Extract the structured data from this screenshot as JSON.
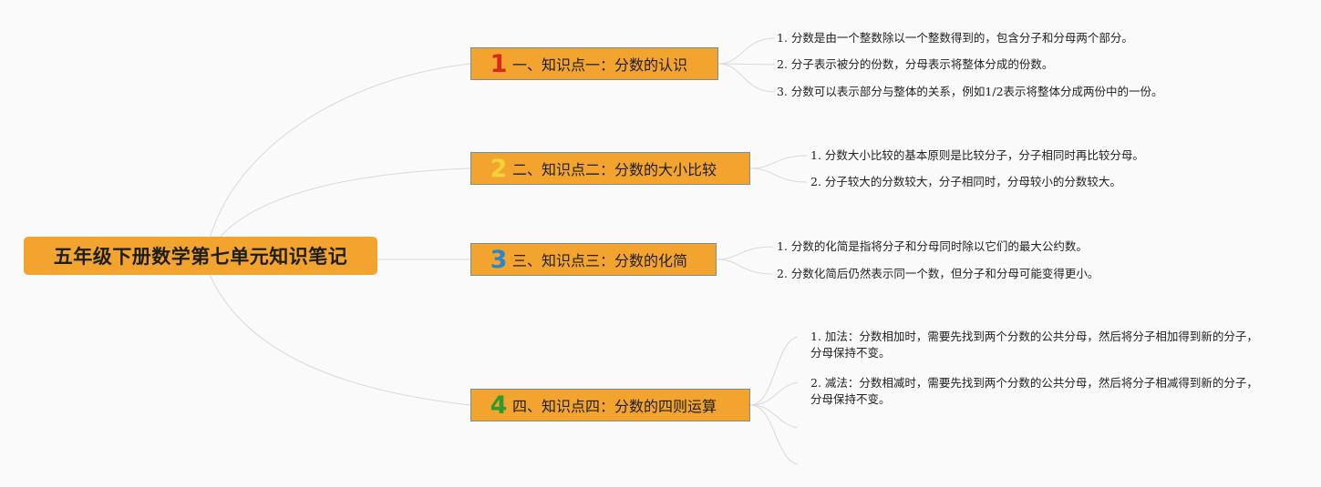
{
  "root": {
    "title": "五年级下册数学第七单元知识笔记"
  },
  "branches": [
    {
      "number": "1",
      "number_color": "#d9281e",
      "label": "一、知识点一：分数的认识",
      "items": [
        "1. 分数是由一个整数除以一个整数得到的，包含分子和分母两个部分。",
        "2. 分子表示被分的份数，分母表示将整体分成的份数。",
        "3. 分数可以表示部分与整体的关系，例如1/2表示将整体分成两份中的一份。"
      ]
    },
    {
      "number": "2",
      "number_color": "#f7d23b",
      "label": "二、知识点二：分数的大小比较",
      "items": [
        "1. 分数大小比较的基本原则是比较分子，分子相同时再比较分母。",
        "2. 分子较大的分数较大，分子相同时，分母较小的分数较大。"
      ]
    },
    {
      "number": "3",
      "number_color": "#2a86c8",
      "label": "三、知识点三：分数的化简",
      "items": [
        "1. 分数的化简是指将分子和分母同时除以它们的最大公约数。",
        "2. 分数化简后仍然表示同一个数，但分子和分母可能变得更小。"
      ]
    },
    {
      "number": "4",
      "number_color": "#2f9a2f",
      "label": "四、知识点四：分数的四则运算",
      "items": [
        "1. 加法：分数相加时，需要先找到两个分数的公共分母，然后将分子相加得到新的分子，分母保持不变。",
        "2. 减法：分数相减时，需要先找到两个分数的公共分母，然后将分子相减得到新的分子，分母保持不变。"
      ]
    }
  ],
  "colors": {
    "node_fill": "#f3a42e",
    "node_border": "#7a9090",
    "connector": "#d7d7d7"
  }
}
